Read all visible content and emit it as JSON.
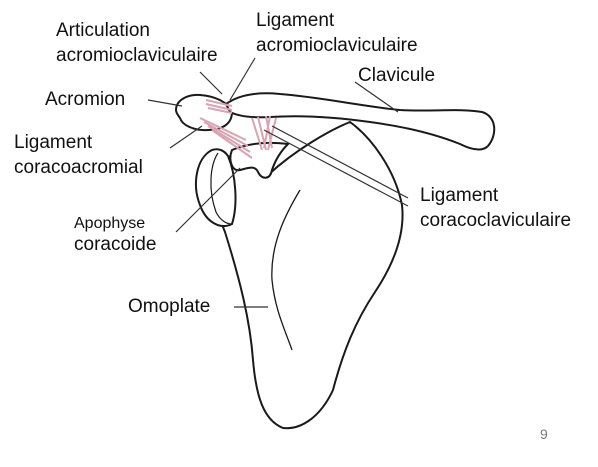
{
  "labels": {
    "articulation_1": "Articulation",
    "articulation_2": "acromioclaviculaire",
    "lig_ac_1": "Ligament",
    "lig_ac_2": "acromioclaviculaire",
    "clavicule": "Clavicule",
    "acromion": "Acromion",
    "lig_cac_1": "Ligament",
    "lig_cac_2": "coracoacromial",
    "lig_cc_1": "Ligament",
    "lig_cc_2": "coracoclaviculaire",
    "apophyse_1": "Apophyse",
    "apophyse_2": "coracoide",
    "omoplate": "Omoplate"
  },
  "page_number": "9",
  "colors": {
    "outline": "#1a1a1a",
    "ligament": "#d9a3b3",
    "leader": "#333333"
  }
}
